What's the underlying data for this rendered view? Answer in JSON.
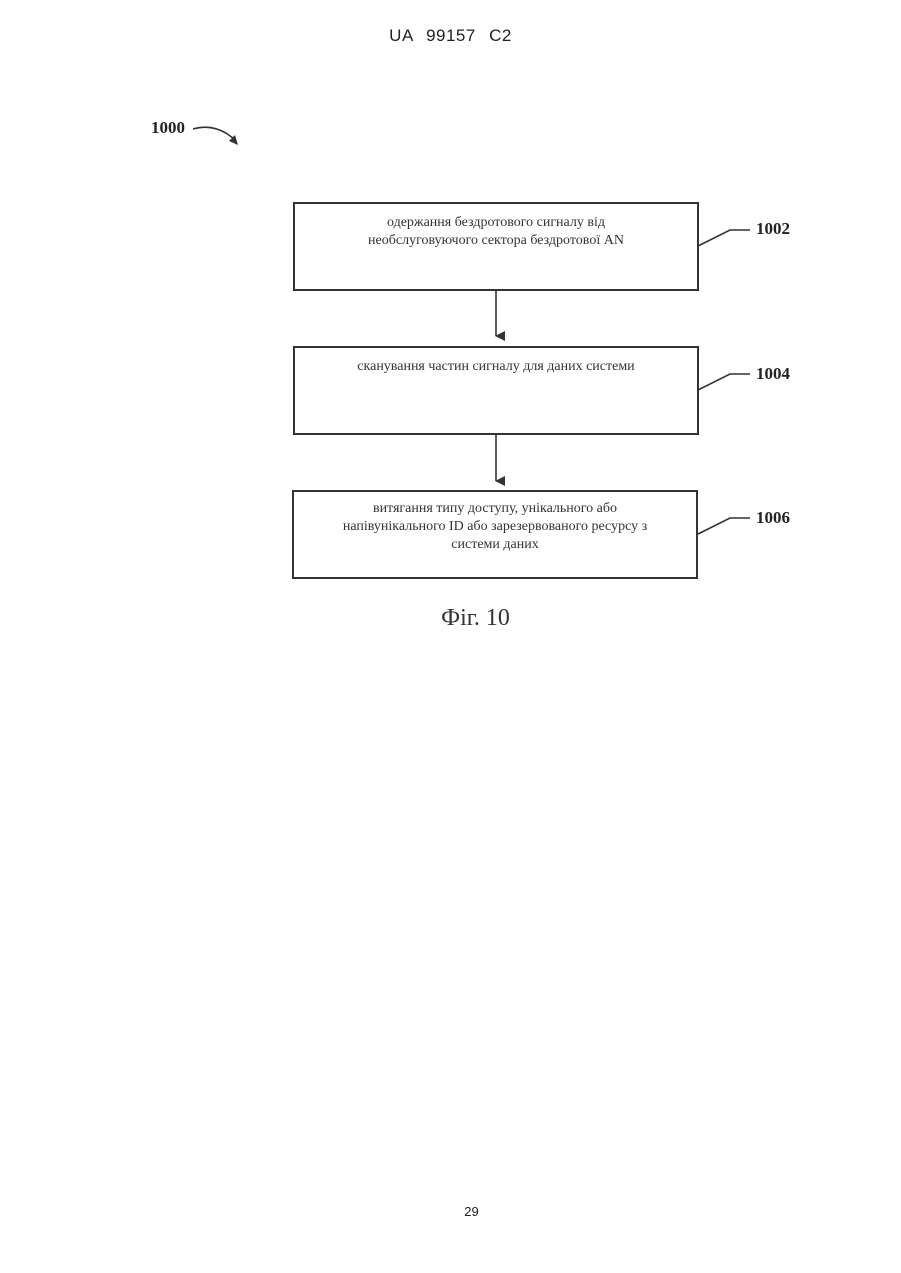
{
  "header": {
    "patent_number": "UA   99157   C2"
  },
  "diagram": {
    "ref": "1000",
    "steps": [
      {
        "ref": "1002",
        "lines": [
          "одержання бездротового сигналу від",
          "необслуговуючого сектора бездротової AN"
        ]
      },
      {
        "ref": "1004",
        "lines": [
          "сканування частин сигналу для даних системи"
        ]
      },
      {
        "ref": "1006",
        "lines": [
          "витягання типу доступу, унікального або",
          "напівунікального ID або зарезервованого ресурсу з",
          "системи даних"
        ]
      }
    ]
  },
  "caption": "Фіг. 10",
  "page_number": "29"
}
